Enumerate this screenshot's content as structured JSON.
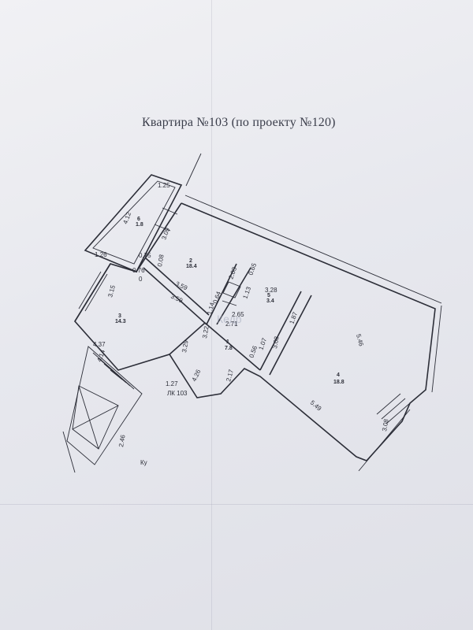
{
  "document": {
    "title": "Квартира №103 (по проекту №120)"
  },
  "rooms": [
    {
      "number": "1",
      "area": "7.8"
    },
    {
      "number": "2",
      "area": "18.4"
    },
    {
      "number": "3",
      "area": "14.3"
    },
    {
      "number": "4",
      "area": "18.8"
    },
    {
      "number": "5",
      "area": "3.4"
    },
    {
      "number": "6",
      "area": "1.8"
    }
  ],
  "dimensions": {
    "d125": "1.25",
    "d412": "4.12",
    "d309": "3.09",
    "d126": "1.26",
    "d075": "0.75",
    "d008": "0.08",
    "d076": "0.76",
    "d315": "3.15",
    "d359a": "3.59",
    "d359b": "3.59",
    "d203": "2.03",
    "d065": "0.65",
    "d064": "0.64",
    "d113": "1.13",
    "d328": "3.28",
    "d265": "2.65",
    "d187": "1.87",
    "d114": "1.14",
    "d271": "2.71",
    "d322": "3.22",
    "d329": "3.29",
    "d437": "4.37",
    "d107": "1.07",
    "d308a": "3.08",
    "d056": "0.56",
    "d546": "5.46",
    "d426": "4.26",
    "d217": "2.17",
    "d127": "1.27",
    "d549": "5.49",
    "d308b": "3.08",
    "d246": "2.46",
    "d414": "4.14",
    "d0": "0"
  },
  "marks": {
    "stair_label": "ЛК 103",
    "mark_a": "Ку",
    "watermark": "Кедр"
  }
}
